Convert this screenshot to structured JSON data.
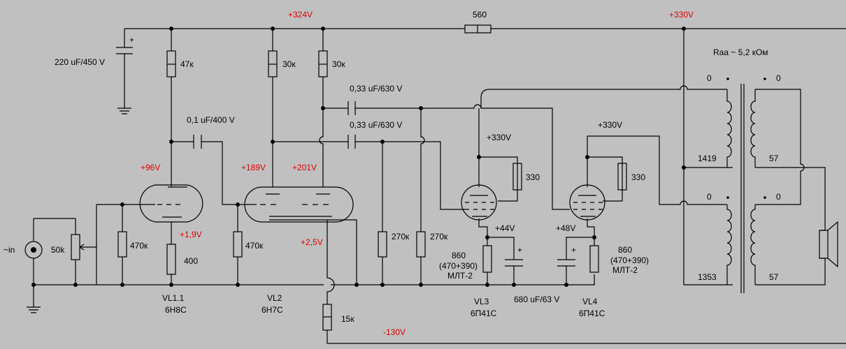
{
  "voltages": {
    "v324": "+324V",
    "v330_top": "+330V",
    "v96": "+96V",
    "v189": "+189V",
    "v201": "+201V",
    "v19": "+1,9V",
    "v25": "+2,5V",
    "v130": "-130V",
    "v44": "+44V",
    "v48": "+48V"
  },
  "labels": {
    "supply_330_vl3": "+330V",
    "supply_330_vl4": "+330V",
    "raa": "Raa ~ 5,2 кОм",
    "input": "~in"
  },
  "components": {
    "r560": "560",
    "c_filter": "220 uF/450 V",
    "r47k": "47к",
    "r30k_a": "30к",
    "r30k_b": "30к",
    "c01": "0,1 uF/400 V",
    "c033_a": "0,33 uF/630 V",
    "c033_b": "0,33 uF/630 V",
    "pot50k": "50k",
    "r470k_a": "470к",
    "r470k_b": "470к",
    "r400": "400",
    "r15k": "15к",
    "r270k_a": "270к",
    "r270k_b": "270к",
    "r330_a": "330",
    "r330_b": "330",
    "r860_a": "860",
    "r860_a_sub": "(470+390)",
    "r860_a_type": "МЛТ-2",
    "r860_b": "860",
    "r860_b_sub": "(470+390)",
    "r860_b_type": "МЛТ-2",
    "c680": "680 uF/63 V",
    "cap_plus": "+"
  },
  "tubes": {
    "vl1_name": "VL1.1",
    "vl1_type": "6Н8С",
    "vl2_name": "VL2",
    "vl2_type": "6Н7С",
    "vl3_name": "VL3",
    "vl3_type": "6П41С",
    "vl4_name": "VL4",
    "vl4_type": "6П41С"
  },
  "transformer": {
    "tap_0_a": "0",
    "tap_0_b": "0",
    "tap_0_c": "0",
    "tap_0_d": "0",
    "turns_1419": "1419",
    "turns_1353": "1353",
    "turns_57_a": "57",
    "turns_57_b": "57"
  }
}
